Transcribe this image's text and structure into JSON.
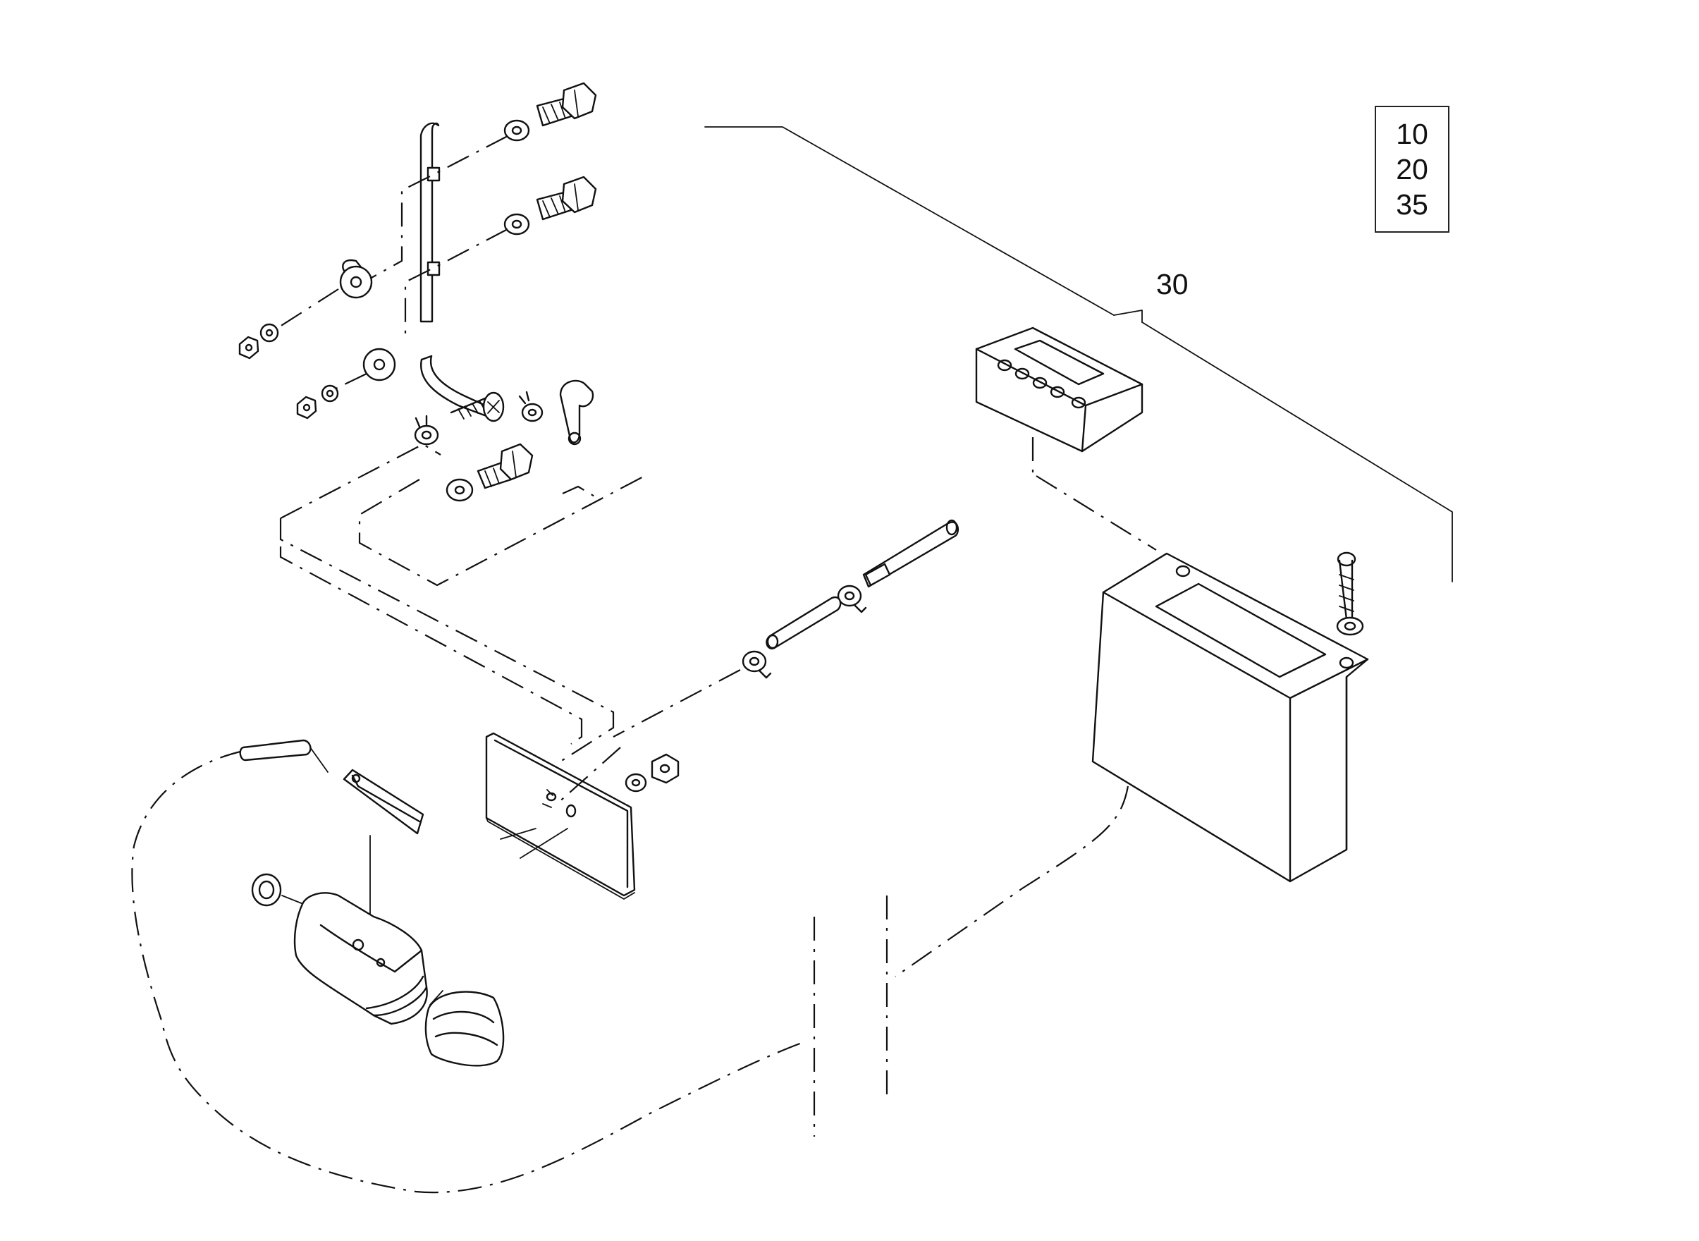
{
  "reference_box": {
    "numbers": [
      "10",
      "20",
      "35"
    ]
  },
  "callouts": {
    "assembly_label": "30"
  }
}
